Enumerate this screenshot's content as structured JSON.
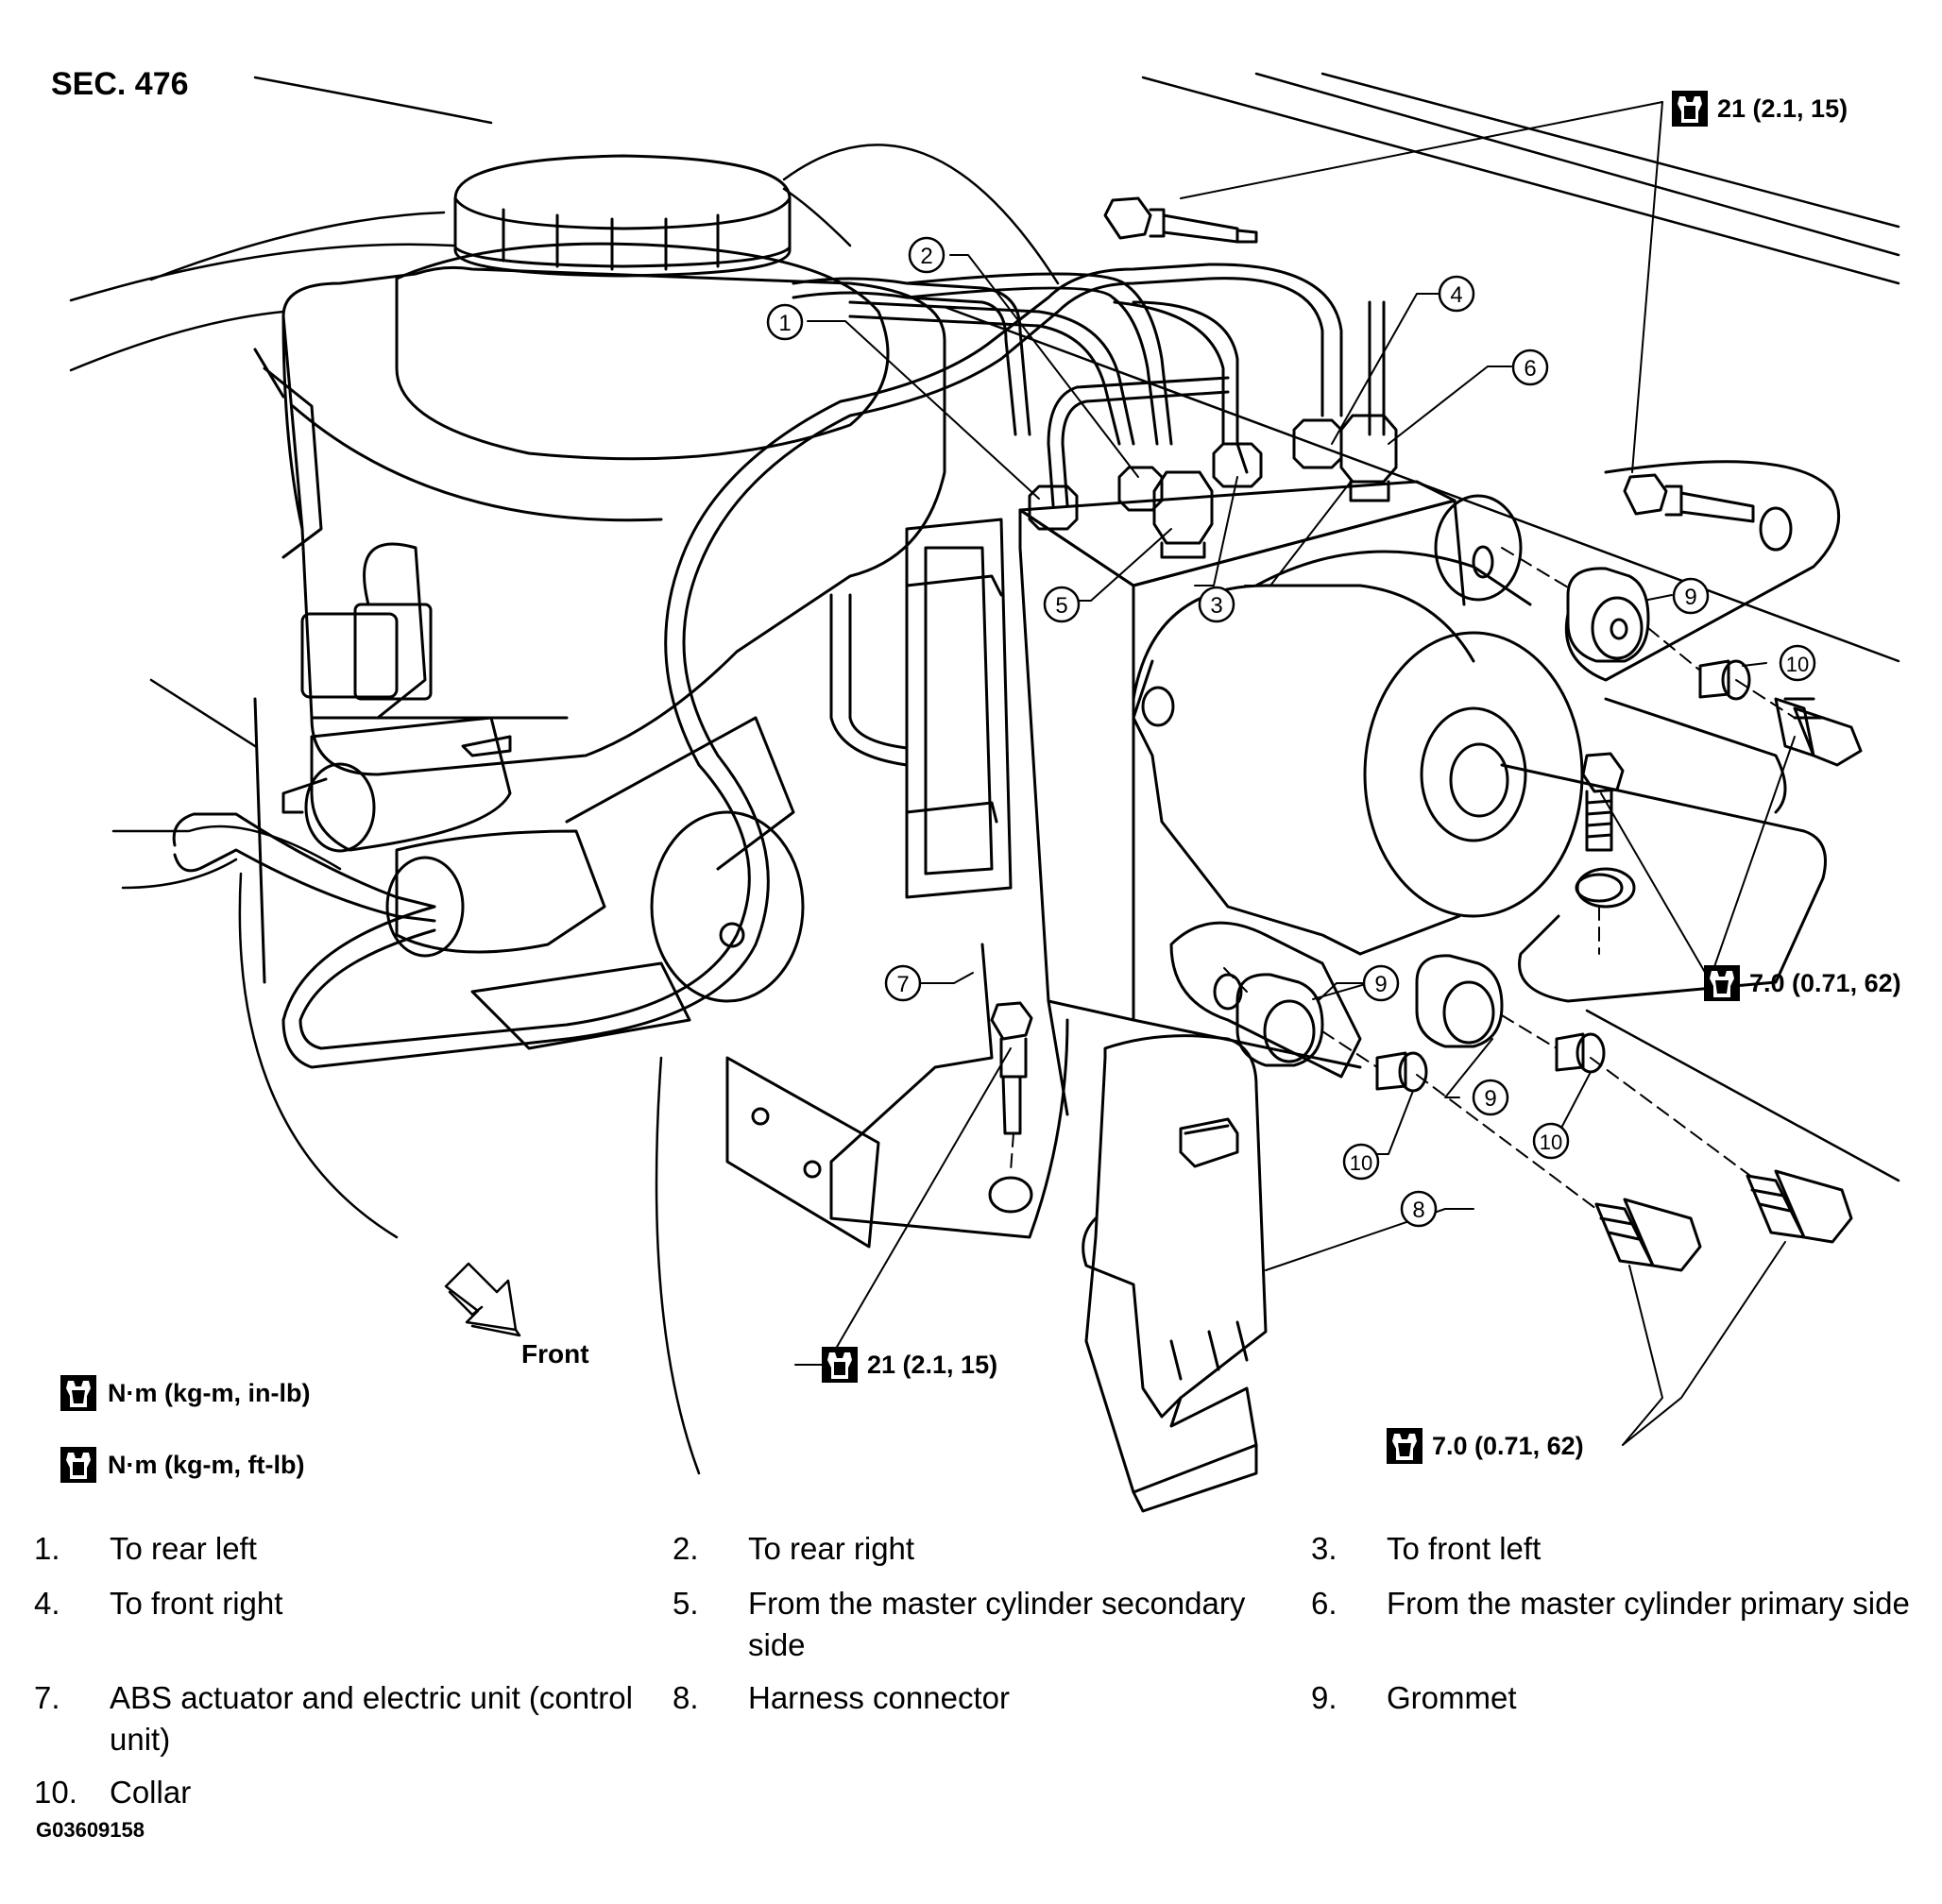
{
  "section": "SEC. 476",
  "figure_id": "G03609158",
  "front_label": "Front",
  "legend": [
    {
      "icon": "torque-wrench-filled-icon",
      "text": "N·m (kg-m, in-lb)"
    },
    {
      "icon": "torque-wrench-outline-icon",
      "text": "N·m (kg-m, ft-lb)"
    }
  ],
  "torques": {
    "top_right": "21 (2.1, 15)",
    "bottom_center": "21 (2.1, 15)",
    "right_middle": "7.0 (0.71, 62)",
    "bottom_right": "7.0 (0.71, 62)"
  },
  "callouts": [
    "1",
    "2",
    "3",
    "4",
    "5",
    "6",
    "7",
    "8",
    "9",
    "9",
    "9",
    "10",
    "10",
    "10"
  ],
  "parts": [
    {
      "num": "1.",
      "label": "To rear left"
    },
    {
      "num": "2.",
      "label": "To rear right"
    },
    {
      "num": "3.",
      "label": "To front left"
    },
    {
      "num": "4.",
      "label": "To front right"
    },
    {
      "num": "5.",
      "label": "From the master cylinder secondary side"
    },
    {
      "num": "6.",
      "label": "From the master cylinder primary side"
    },
    {
      "num": "7.",
      "label": "ABS actuator and electric unit (control unit)"
    },
    {
      "num": "8.",
      "label": "Harness connector"
    },
    {
      "num": "9.",
      "label": "Grommet"
    },
    {
      "num": "10.",
      "label": "Collar"
    }
  ]
}
